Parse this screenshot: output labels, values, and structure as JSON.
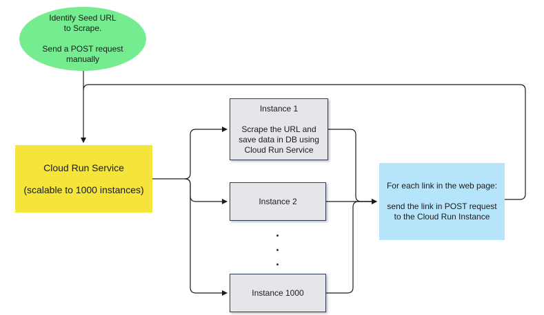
{
  "start": {
    "line1": "Identify Seed URL",
    "line2": "to Scrape.",
    "line3": "Send a POST request",
    "line4": "manually"
  },
  "service": {
    "title": "Cloud Run Service",
    "subtitle": "(scalable to 1000 instances)"
  },
  "instances": [
    {
      "title": "Instance 1",
      "desc_line1": "Scrape the URL and",
      "desc_line2": "save data in DB using",
      "desc_line3": "Cloud Run Service"
    },
    {
      "title": "Instance 2"
    },
    {
      "title": "Instance 1000"
    }
  ],
  "each_link": {
    "line1": "For each link in the web page:",
    "line2": "send the link in POST request",
    "line3": "to the Cloud Run Instance"
  },
  "colors": {
    "start": "#74ec8f",
    "service": "#f5e43a",
    "instance": "#e6e6ea",
    "each_link": "#b6e5fb",
    "line": "#1a1a1a"
  }
}
